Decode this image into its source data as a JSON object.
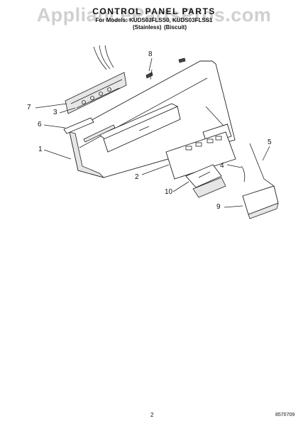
{
  "header": {
    "title": "CONTROL PANEL PARTS",
    "models": "For Models: KUDS03FLSS0, KUDS03FLSS1",
    "colors": [
      "(Stainless)",
      "(Biscuit)"
    ]
  },
  "watermark": "AppliancePartsPros.com",
  "callouts": [
    "1",
    "2",
    "3",
    "4",
    "5",
    "6",
    "7",
    "8",
    "9",
    "10"
  ],
  "footer": {
    "page": "2",
    "figure": "8570709"
  }
}
